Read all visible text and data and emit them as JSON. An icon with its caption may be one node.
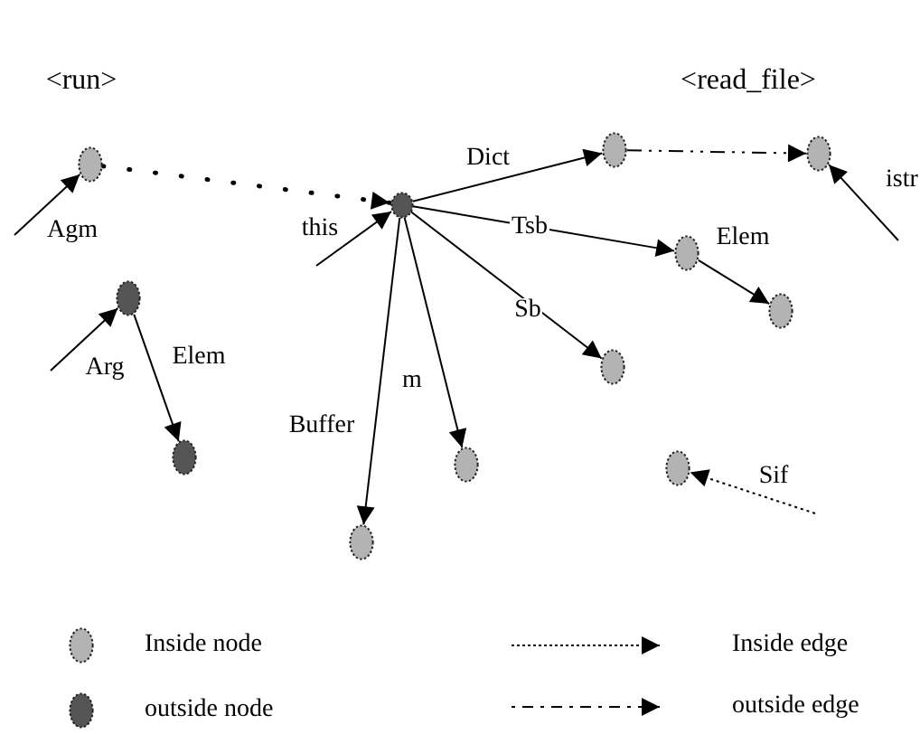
{
  "diagram": {
    "nodes": [
      {
        "text": [],
        "shape": "circle"
      },
      {
        "text": [],
        "shape": "circle"
      },
      {
        "text": [],
        "shape": "circle"
      },
      {
        "text": [],
        "shape": "circle"
      },
      {
        "text": [],
        "shape": "circle"
      },
      {
        "text": [],
        "shape": "circle"
      },
      {
        "text": [],
        "shape": "circle"
      },
      {
        "text": [],
        "shape": "circle"
      },
      {
        "text": [],
        "shape": "circle"
      },
      {
        "text": [],
        "shape": "circle"
      },
      {
        "text": [],
        "shape": "circle"
      },
      {
        "text": [],
        "shape": "circle"
      }
    ],
    "edges": [
      {
        "from": null,
        "to": 0,
        "arrow": "to",
        "label": "Agm"
      },
      {
        "from": 0,
        "to": 1,
        "arrow": "to",
        "style": "dashed"
      },
      {
        "from": null,
        "to": 1,
        "arrow": "to",
        "label": "this"
      },
      {
        "from": null,
        "to": 2,
        "arrow": "to",
        "label": "Arg"
      },
      {
        "from": 2,
        "to": 3,
        "arrow": "to",
        "label": "Elem"
      },
      {
        "from": 1,
        "to": 4,
        "arrow": "to",
        "label": "Dict"
      },
      {
        "from": 4,
        "to": 5,
        "arrow": "to",
        "style": "dashed"
      },
      {
        "from": null,
        "to": 5,
        "arrow": "to",
        "label": "istr"
      },
      {
        "from": 1,
        "to": 6,
        "arrow": "to",
        "label": "Tsb"
      },
      {
        "from": 6,
        "to": 7,
        "arrow": "to",
        "label": "Elem"
      },
      {
        "from": 1,
        "to": 8,
        "arrow": "to",
        "label": "Sb"
      },
      {
        "from": 1,
        "to": 9,
        "arrow": "to",
        "label": "m"
      },
      {
        "from": 1,
        "to": 10,
        "arrow": "to",
        "label": "Buffer"
      },
      {
        "from": null,
        "to": 11,
        "arrow": "to",
        "label": "Sif",
        "style": "dashed"
      }
    ],
    "labels": [
      "<run>",
      "<read_file>"
    ],
    "legend": [
      {
        "text": "Inside node",
        "color": "#b3b3b3"
      },
      {
        "text": "outside node",
        "color": "#555555"
      },
      {
        "text": "Inside edge"
      },
      {
        "text": "outside edge"
      }
    ]
  }
}
